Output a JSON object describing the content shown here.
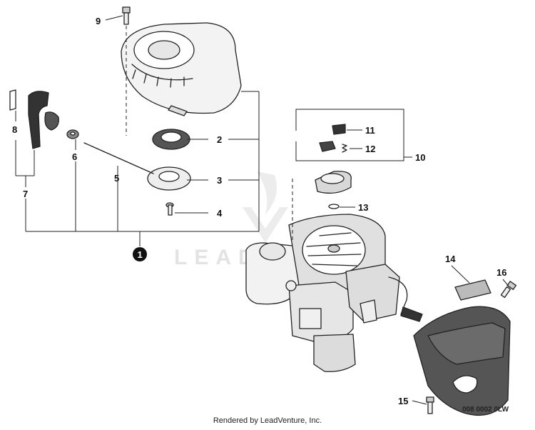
{
  "watermark": "LEADV",
  "footer": "Rendered by LeadVenture, Inc.",
  "diagram_code": "008 0002 0LW",
  "callouts": {
    "c1": "1",
    "c2": "2",
    "c3": "3",
    "c4": "4",
    "c5": "5",
    "c6": "6",
    "c7": "7",
    "c8": "8",
    "c9": "9",
    "c10": "10",
    "c11": "11",
    "c12": "12",
    "c13": "13",
    "c14": "14",
    "c15": "15",
    "c16": "16"
  }
}
